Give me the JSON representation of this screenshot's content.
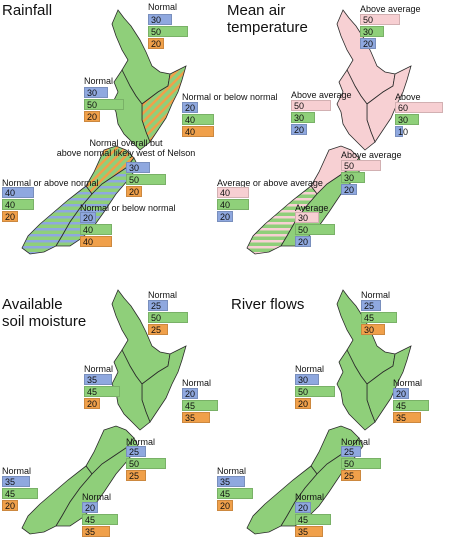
{
  "colors": {
    "land": "#8fcf7a",
    "land_above": "#f7d0d3",
    "border": "#2a2a2a",
    "below": "#8fa8df",
    "near": "#8fd07a",
    "above": "#f0a04a",
    "above_temp": "#f7cfd2"
  },
  "panels": [
    {
      "title": "Rainfall",
      "regions": [
        {
          "label": "Normal",
          "values": [
            "30",
            "50",
            "20"
          ]
        },
        {
          "label": "Normal",
          "values": [
            "30",
            "50",
            "20"
          ]
        },
        {
          "label": "Normal or below normal",
          "values": [
            "20",
            "40",
            "40"
          ]
        },
        {
          "label": "Normal overall but\nabove normal likely west of Nelson",
          "values": [
            "30",
            "50",
            "20"
          ]
        },
        {
          "label": "Normal or above normal",
          "values": [
            "40",
            "40",
            "20"
          ]
        },
        {
          "label": "Normal or below normal",
          "values": [
            "20",
            "40",
            "40"
          ]
        }
      ]
    },
    {
      "title": "Mean air\ntemperature",
      "regions": [
        {
          "label": "Above average",
          "values": [
            "50",
            "30",
            "20"
          ]
        },
        {
          "label": "Above average",
          "values": [
            "50",
            "30",
            "20"
          ]
        },
        {
          "label": "Above average",
          "values": [
            "60",
            "30",
            "10"
          ]
        },
        {
          "label": "Above average",
          "values": [
            "50",
            "30",
            "20"
          ]
        },
        {
          "label": "Average or above average",
          "values": [
            "40",
            "40",
            "20"
          ]
        },
        {
          "label": "Average",
          "values": [
            "30",
            "50",
            "20"
          ]
        }
      ]
    },
    {
      "title": "Available\nsoil moisture",
      "regions": [
        {
          "label": "Normal",
          "values": [
            "25",
            "50",
            "25"
          ]
        },
        {
          "label": "Normal",
          "values": [
            "35",
            "45",
            "20"
          ]
        },
        {
          "label": "Normal",
          "values": [
            "20",
            "45",
            "35"
          ]
        },
        {
          "label": "Normal",
          "values": [
            "25",
            "50",
            "25"
          ]
        },
        {
          "label": "Normal",
          "values": [
            "35",
            "45",
            "20"
          ]
        },
        {
          "label": "Normal",
          "values": [
            "20",
            "45",
            "35"
          ]
        }
      ]
    },
    {
      "title": "River flows",
      "regions": [
        {
          "label": "Normal",
          "values": [
            "25",
            "45",
            "30"
          ]
        },
        {
          "label": "Normal",
          "values": [
            "30",
            "50",
            "20"
          ]
        },
        {
          "label": "Normal",
          "values": [
            "20",
            "45",
            "35"
          ]
        },
        {
          "label": "Normal",
          "values": [
            "25",
            "50",
            "25"
          ]
        },
        {
          "label": "Normal",
          "values": [
            "35",
            "45",
            "20"
          ]
        },
        {
          "label": "Normal",
          "values": [
            "20",
            "45",
            "35"
          ]
        }
      ]
    }
  ]
}
